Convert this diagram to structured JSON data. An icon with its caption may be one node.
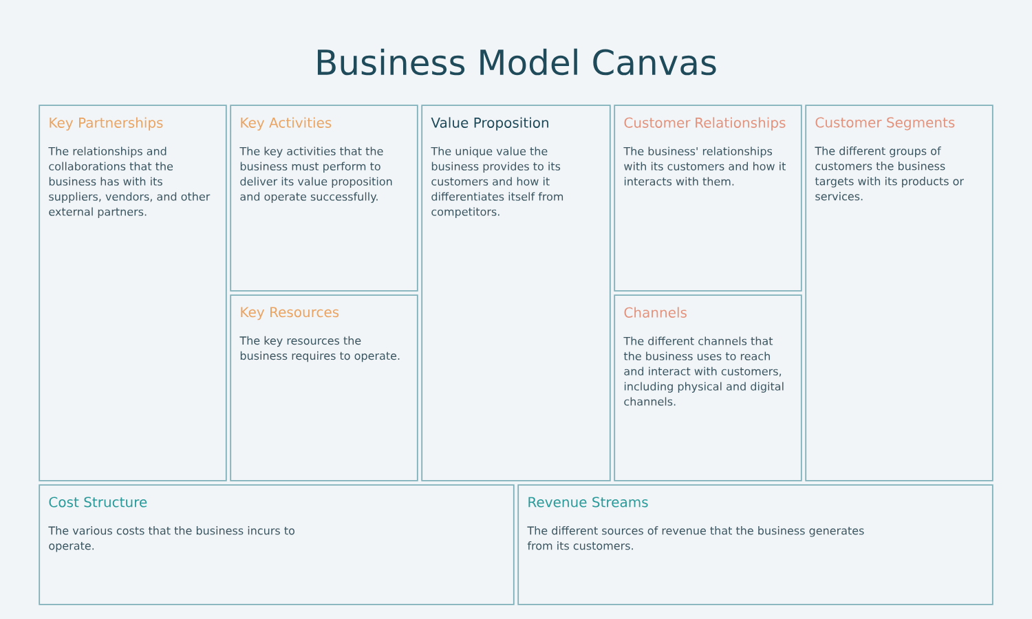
{
  "diagram": {
    "title": "Business Model Canvas",
    "nodes": [
      {
        "text": [
          "Key Partnerships",
          "The relationships and collaborations that the business has with its suppliers, vendors, and other external partners."
        ]
      },
      {
        "text": [
          "Key Activities",
          "The key activities that the business must perform to deliver its value proposition and operate successfully."
        ]
      },
      {
        "text": [
          "Key Resources",
          "The key resources the business requires to operate."
        ]
      },
      {
        "text": [
          "Value Proposition",
          "The unique value the business provides to its customers and how it differentiates itself from competitors."
        ]
      },
      {
        "text": [
          "Customer Relationships",
          "The business' relationships with its customers and how it interacts with them."
        ]
      },
      {
        "text": [
          "Channels",
          "The different channels that the business uses to reach and interact with customers, including physical and digital channels."
        ]
      },
      {
        "text": [
          "Customer Segments",
          "The different groups of customers the business targets with its products or services."
        ]
      },
      {
        "text": [
          "Cost Structure",
          "The various costs that the business incurs to operate."
        ]
      },
      {
        "text": [
          "Revenue Streams",
          "The different sources of revenue that the business generates from its customers."
        ]
      }
    ]
  }
}
